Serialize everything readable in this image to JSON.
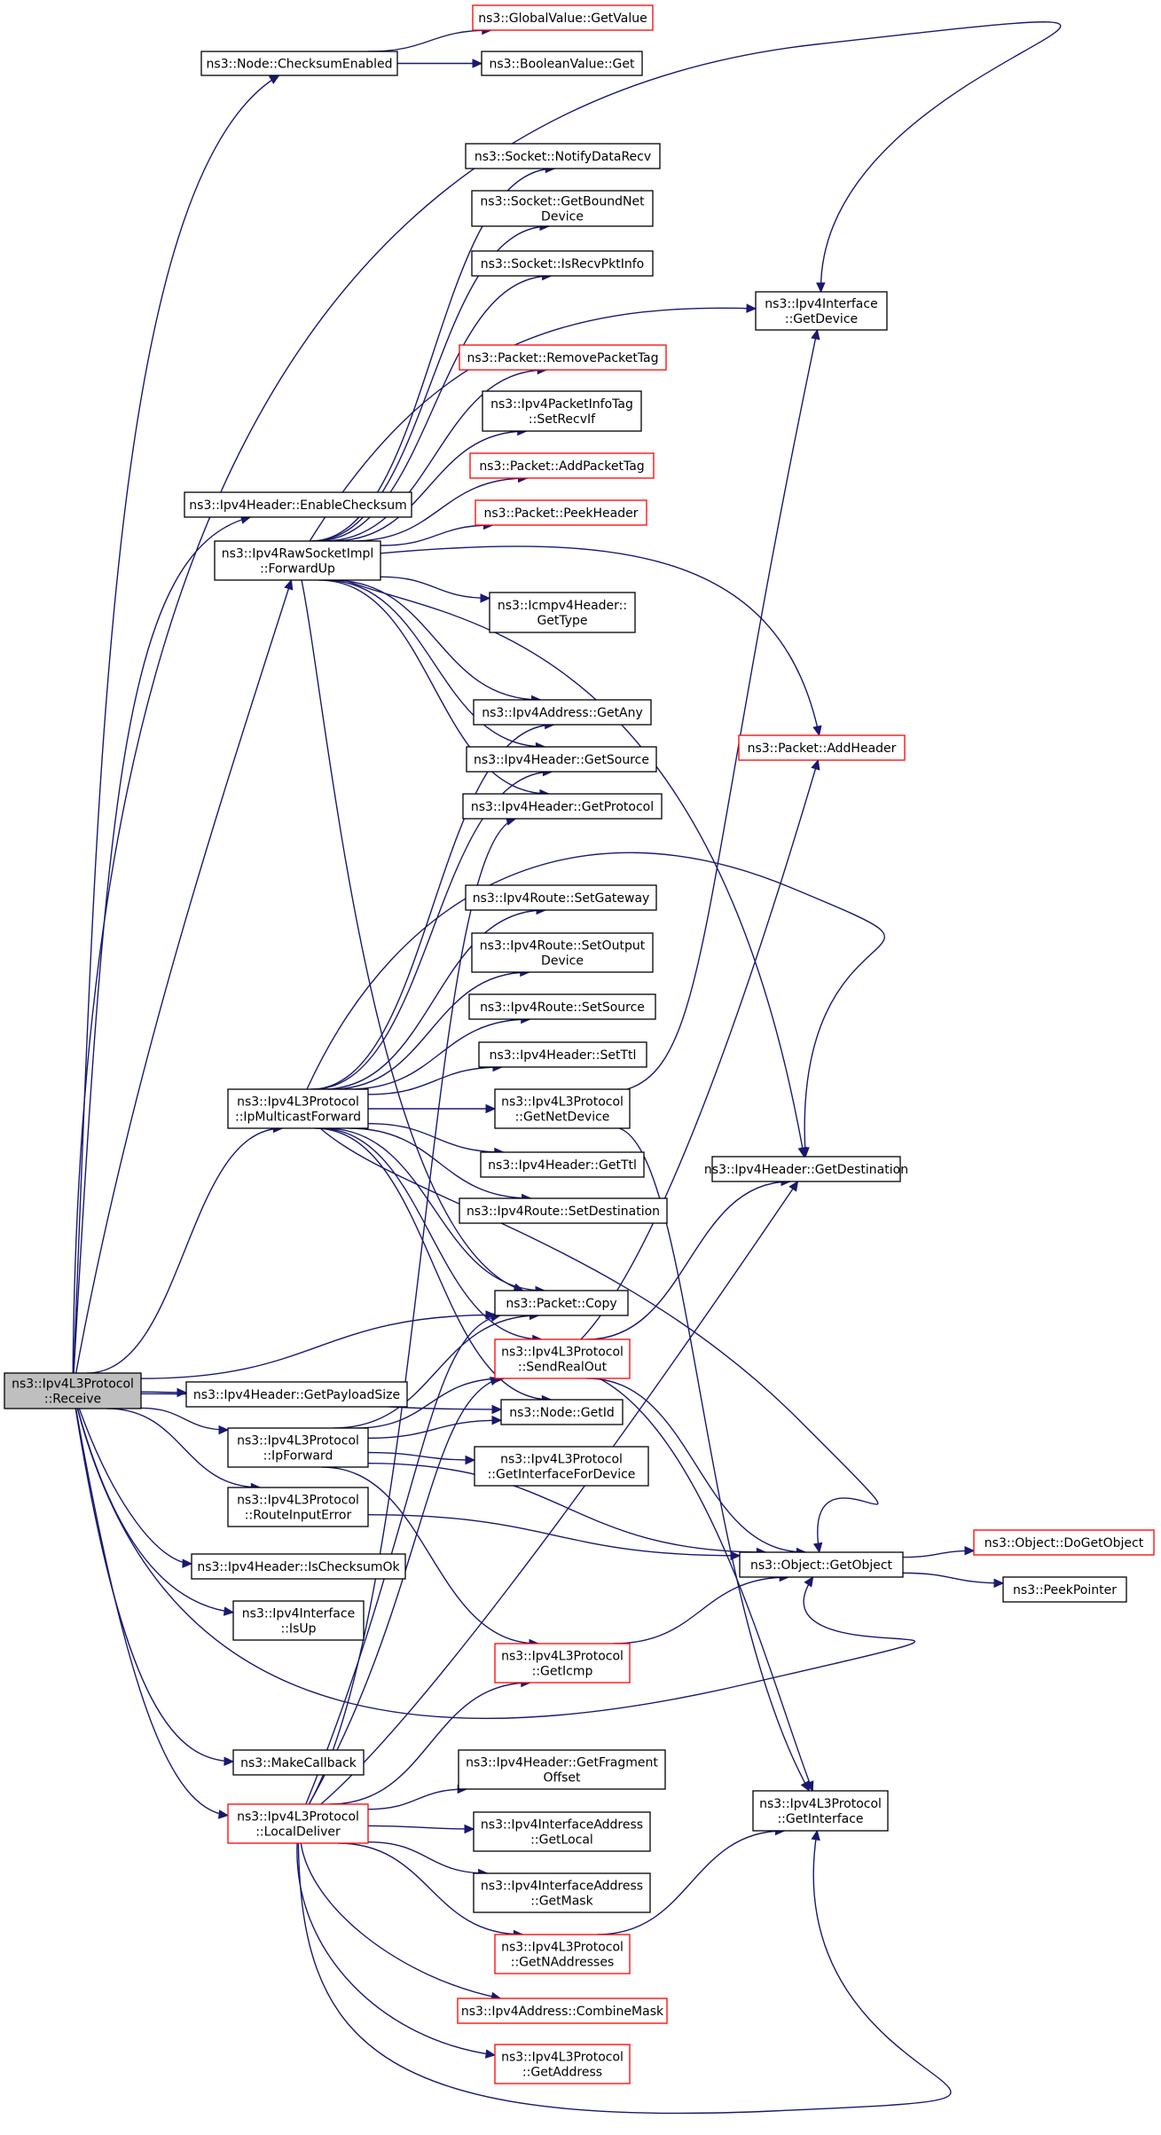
{
  "graph": {
    "nodes": {
      "receive": {
        "lines": [
          "ns3::Ipv4L3Protocol",
          "::Receive"
        ],
        "style": "root"
      },
      "checksum_enabled": {
        "lines": [
          "ns3::Node::ChecksumEnabled"
        ],
        "style": "normal"
      },
      "globalvalue_getvalue": {
        "lines": [
          "ns3::GlobalValue::GetValue"
        ],
        "style": "red"
      },
      "booleanvalue_get": {
        "lines": [
          "ns3::BooleanValue::Get"
        ],
        "style": "normal"
      },
      "socket_notifydatarecv": {
        "lines": [
          "ns3::Socket::NotifyDataRecv"
        ],
        "style": "normal"
      },
      "socket_getboundnetdevice": {
        "lines": [
          "ns3::Socket::GetBoundNet",
          "Device"
        ],
        "style": "normal"
      },
      "socket_isrecvpktinfo": {
        "lines": [
          "ns3::Socket::IsRecvPktInfo"
        ],
        "style": "normal"
      },
      "ipv4interface_getdevice": {
        "lines": [
          "ns3::Ipv4Interface",
          "::GetDevice"
        ],
        "style": "normal"
      },
      "packet_removepackettag": {
        "lines": [
          "ns3::Packet::RemovePacketTag"
        ],
        "style": "red"
      },
      "ipv4packetinfotag_setrecvif": {
        "lines": [
          "ns3::Ipv4PacketInfoTag",
          "::SetRecvIf"
        ],
        "style": "normal"
      },
      "packet_addpackettag": {
        "lines": [
          "ns3::Packet::AddPacketTag"
        ],
        "style": "red"
      },
      "packet_peekheader": {
        "lines": [
          "ns3::Packet::PeekHeader"
        ],
        "style": "red"
      },
      "ipv4header_enablechecksum": {
        "lines": [
          "ns3::Ipv4Header::EnableChecksum"
        ],
        "style": "normal"
      },
      "rawsocket_forwardup": {
        "lines": [
          "ns3::Ipv4RawSocketImpl",
          "::ForwardUp"
        ],
        "style": "normal"
      },
      "icmpv4header_gettype": {
        "lines": [
          "ns3::Icmpv4Header::",
          "GetType"
        ],
        "style": "normal"
      },
      "ipv4address_getany": {
        "lines": [
          "ns3::Ipv4Address::GetAny"
        ],
        "style": "normal"
      },
      "ipv4header_getsource": {
        "lines": [
          "ns3::Ipv4Header::GetSource"
        ],
        "style": "normal"
      },
      "ipv4header_getprotocol": {
        "lines": [
          "ns3::Ipv4Header::GetProtocol"
        ],
        "style": "normal"
      },
      "packet_addheader": {
        "lines": [
          "ns3::Packet::AddHeader"
        ],
        "style": "red"
      },
      "route_setgateway": {
        "lines": [
          "ns3::Ipv4Route::SetGateway"
        ],
        "style": "normal"
      },
      "route_setoutputdevice": {
        "lines": [
          "ns3::Ipv4Route::SetOutput",
          "Device"
        ],
        "style": "normal"
      },
      "route_setsource": {
        "lines": [
          "ns3::Ipv4Route::SetSource"
        ],
        "style": "normal"
      },
      "ipv4header_setttl": {
        "lines": [
          "ns3::Ipv4Header::SetTtl"
        ],
        "style": "normal"
      },
      "ipmulticastforward": {
        "lines": [
          "ns3::Ipv4L3Protocol",
          "::IpMulticastForward"
        ],
        "style": "normal"
      },
      "getnetdevice": {
        "lines": [
          "ns3::Ipv4L3Protocol",
          "::GetNetDevice"
        ],
        "style": "normal"
      },
      "ipv4header_getttl": {
        "lines": [
          "ns3::Ipv4Header::GetTtl"
        ],
        "style": "normal"
      },
      "ipv4header_getdestination": {
        "lines": [
          "ns3::Ipv4Header::GetDestination"
        ],
        "style": "normal"
      },
      "route_setdestination": {
        "lines": [
          "ns3::Ipv4Route::SetDestination"
        ],
        "style": "normal"
      },
      "packet_copy": {
        "lines": [
          "ns3::Packet::Copy"
        ],
        "style": "normal"
      },
      "sendrealout": {
        "lines": [
          "ns3::Ipv4L3Protocol",
          "::SendRealOut"
        ],
        "style": "red"
      },
      "ipv4header_getpayloadsize": {
        "lines": [
          "ns3::Ipv4Header::GetPayloadSize"
        ],
        "style": "normal"
      },
      "node_getid": {
        "lines": [
          "ns3::Node::GetId"
        ],
        "style": "normal"
      },
      "ipforward": {
        "lines": [
          "ns3::Ipv4L3Protocol",
          "::IpForward"
        ],
        "style": "normal"
      },
      "getinterfacefordevice": {
        "lines": [
          "ns3::Ipv4L3Protocol",
          "::GetInterfaceForDevice"
        ],
        "style": "normal"
      },
      "routeinputerror": {
        "lines": [
          "ns3::Ipv4L3Protocol",
          "::RouteInputError"
        ],
        "style": "normal"
      },
      "object_getobject": {
        "lines": [
          "ns3::Object::GetObject"
        ],
        "style": "normal"
      },
      "object_dogetobject": {
        "lines": [
          "ns3::Object::DoGetObject"
        ],
        "style": "red"
      },
      "ipv4header_ischecksumok": {
        "lines": [
          "ns3::Ipv4Header::IsChecksumOk"
        ],
        "style": "normal"
      },
      "peekpointer": {
        "lines": [
          "ns3::PeekPointer"
        ],
        "style": "normal"
      },
      "ipv4interface_isup": {
        "lines": [
          "ns3::Ipv4Interface",
          "::IsUp"
        ],
        "style": "normal"
      },
      "geticmp": {
        "lines": [
          "ns3::Ipv4L3Protocol",
          "::GetIcmp"
        ],
        "style": "red"
      },
      "makecallback": {
        "lines": [
          "ns3::MakeCallback"
        ],
        "style": "normal"
      },
      "ipv4header_getfragmentoffset": {
        "lines": [
          "ns3::Ipv4Header::GetFragment",
          "Offset"
        ],
        "style": "normal"
      },
      "localdeliver": {
        "lines": [
          "ns3::Ipv4L3Protocol",
          "::LocalDeliver"
        ],
        "style": "red"
      },
      "getinterface": {
        "lines": [
          "ns3::Ipv4L3Protocol",
          "::GetInterface"
        ],
        "style": "normal"
      },
      "interfaceaddress_getlocal": {
        "lines": [
          "ns3::Ipv4InterfaceAddress",
          "::GetLocal"
        ],
        "style": "normal"
      },
      "interfaceaddress_getmask": {
        "lines": [
          "ns3::Ipv4InterfaceAddress",
          "::GetMask"
        ],
        "style": "normal"
      },
      "getnaddresses": {
        "lines": [
          "ns3::Ipv4L3Protocol",
          "::GetNAddresses"
        ],
        "style": "red"
      },
      "ipv4address_combinemask": {
        "lines": [
          "ns3::Ipv4Address::CombineMask"
        ],
        "style": "red"
      },
      "getaddress": {
        "lines": [
          "ns3::Ipv4L3Protocol",
          "::GetAddress"
        ],
        "style": "red"
      }
    },
    "edges": [
      [
        "receive",
        "checksum_enabled"
      ],
      [
        "receive",
        "ipv4interface_getdevice"
      ],
      [
        "receive",
        "ipv4header_enablechecksum"
      ],
      [
        "receive",
        "rawsocket_forwardup"
      ],
      [
        "receive",
        "ipmulticastforward"
      ],
      [
        "receive",
        "packet_copy"
      ],
      [
        "receive",
        "ipv4header_getpayloadsize"
      ],
      [
        "receive",
        "node_getid"
      ],
      [
        "receive",
        "ipforward"
      ],
      [
        "receive",
        "routeinputerror"
      ],
      [
        "receive",
        "ipv4header_ischecksumok"
      ],
      [
        "receive",
        "ipv4interface_isup"
      ],
      [
        "receive",
        "object_getobject"
      ],
      [
        "receive",
        "makecallback"
      ],
      [
        "receive",
        "localdeliver"
      ],
      [
        "checksum_enabled",
        "globalvalue_getvalue"
      ],
      [
        "checksum_enabled",
        "booleanvalue_get"
      ],
      [
        "rawsocket_forwardup",
        "socket_notifydatarecv"
      ],
      [
        "rawsocket_forwardup",
        "socket_getboundnetdevice"
      ],
      [
        "rawsocket_forwardup",
        "socket_isrecvpktinfo"
      ],
      [
        "rawsocket_forwardup",
        "ipv4interface_getdevice"
      ],
      [
        "rawsocket_forwardup",
        "packet_removepackettag"
      ],
      [
        "rawsocket_forwardup",
        "ipv4packetinfotag_setrecvif"
      ],
      [
        "rawsocket_forwardup",
        "packet_addpackettag"
      ],
      [
        "rawsocket_forwardup",
        "packet_peekheader"
      ],
      [
        "rawsocket_forwardup",
        "icmpv4header_gettype"
      ],
      [
        "rawsocket_forwardup",
        "packet_addheader"
      ],
      [
        "rawsocket_forwardup",
        "ipv4address_getany"
      ],
      [
        "rawsocket_forwardup",
        "ipv4header_getsource"
      ],
      [
        "rawsocket_forwardup",
        "ipv4header_getprotocol"
      ],
      [
        "rawsocket_forwardup",
        "ipv4header_getdestination"
      ],
      [
        "rawsocket_forwardup",
        "packet_copy"
      ],
      [
        "ipmulticastforward",
        "ipv4address_getany"
      ],
      [
        "ipmulticastforward",
        "ipv4header_getsource"
      ],
      [
        "ipmulticastforward",
        "ipv4header_getdestination"
      ],
      [
        "ipmulticastforward",
        "route_setgateway"
      ],
      [
        "ipmulticastforward",
        "route_setoutputdevice"
      ],
      [
        "ipmulticastforward",
        "route_setsource"
      ],
      [
        "ipmulticastforward",
        "ipv4header_setttl"
      ],
      [
        "ipmulticastforward",
        "getnetdevice"
      ],
      [
        "ipmulticastforward",
        "ipv4header_getttl"
      ],
      [
        "ipmulticastforward",
        "route_setdestination"
      ],
      [
        "ipmulticastforward",
        "packet_copy"
      ],
      [
        "ipmulticastforward",
        "sendrealout"
      ],
      [
        "ipmulticastforward",
        "node_getid"
      ],
      [
        "ipmulticastforward",
        "object_getobject"
      ],
      [
        "getnetdevice",
        "ipv4interface_getdevice"
      ],
      [
        "getnetdevice",
        "getinterface"
      ],
      [
        "sendrealout",
        "ipv4header_getdestination"
      ],
      [
        "sendrealout",
        "packet_addheader"
      ],
      [
        "sendrealout",
        "object_getobject"
      ],
      [
        "sendrealout",
        "getinterface"
      ],
      [
        "ipforward",
        "packet_copy"
      ],
      [
        "ipforward",
        "sendrealout"
      ],
      [
        "ipforward",
        "node_getid"
      ],
      [
        "ipforward",
        "getinterfacefordevice"
      ],
      [
        "ipforward",
        "object_getobject"
      ],
      [
        "ipforward",
        "geticmp"
      ],
      [
        "routeinputerror",
        "object_getobject"
      ],
      [
        "object_getobject",
        "object_dogetobject"
      ],
      [
        "object_getobject",
        "peekpointer"
      ],
      [
        "geticmp",
        "object_getobject"
      ],
      [
        "localdeliver",
        "ipv4header_getprotocol"
      ],
      [
        "localdeliver",
        "packet_copy"
      ],
      [
        "localdeliver",
        "ipv4header_getdestination"
      ],
      [
        "localdeliver",
        "sendrealout"
      ],
      [
        "localdeliver",
        "geticmp"
      ],
      [
        "localdeliver",
        "ipv4header_getfragmentoffset"
      ],
      [
        "localdeliver",
        "interfaceaddress_getlocal"
      ],
      [
        "localdeliver",
        "interfaceaddress_getmask"
      ],
      [
        "localdeliver",
        "getnaddresses"
      ],
      [
        "localdeliver",
        "ipv4address_combinemask"
      ],
      [
        "localdeliver",
        "getaddress"
      ],
      [
        "localdeliver",
        "getinterface"
      ],
      [
        "getnaddresses",
        "getinterface"
      ]
    ],
    "colors": {
      "edge": "#191970",
      "box_border": "#000000",
      "red_border": "#ff0000",
      "root_fill": "#bfbfbf",
      "box_fill": "#ffffff",
      "text": "#000000"
    }
  }
}
